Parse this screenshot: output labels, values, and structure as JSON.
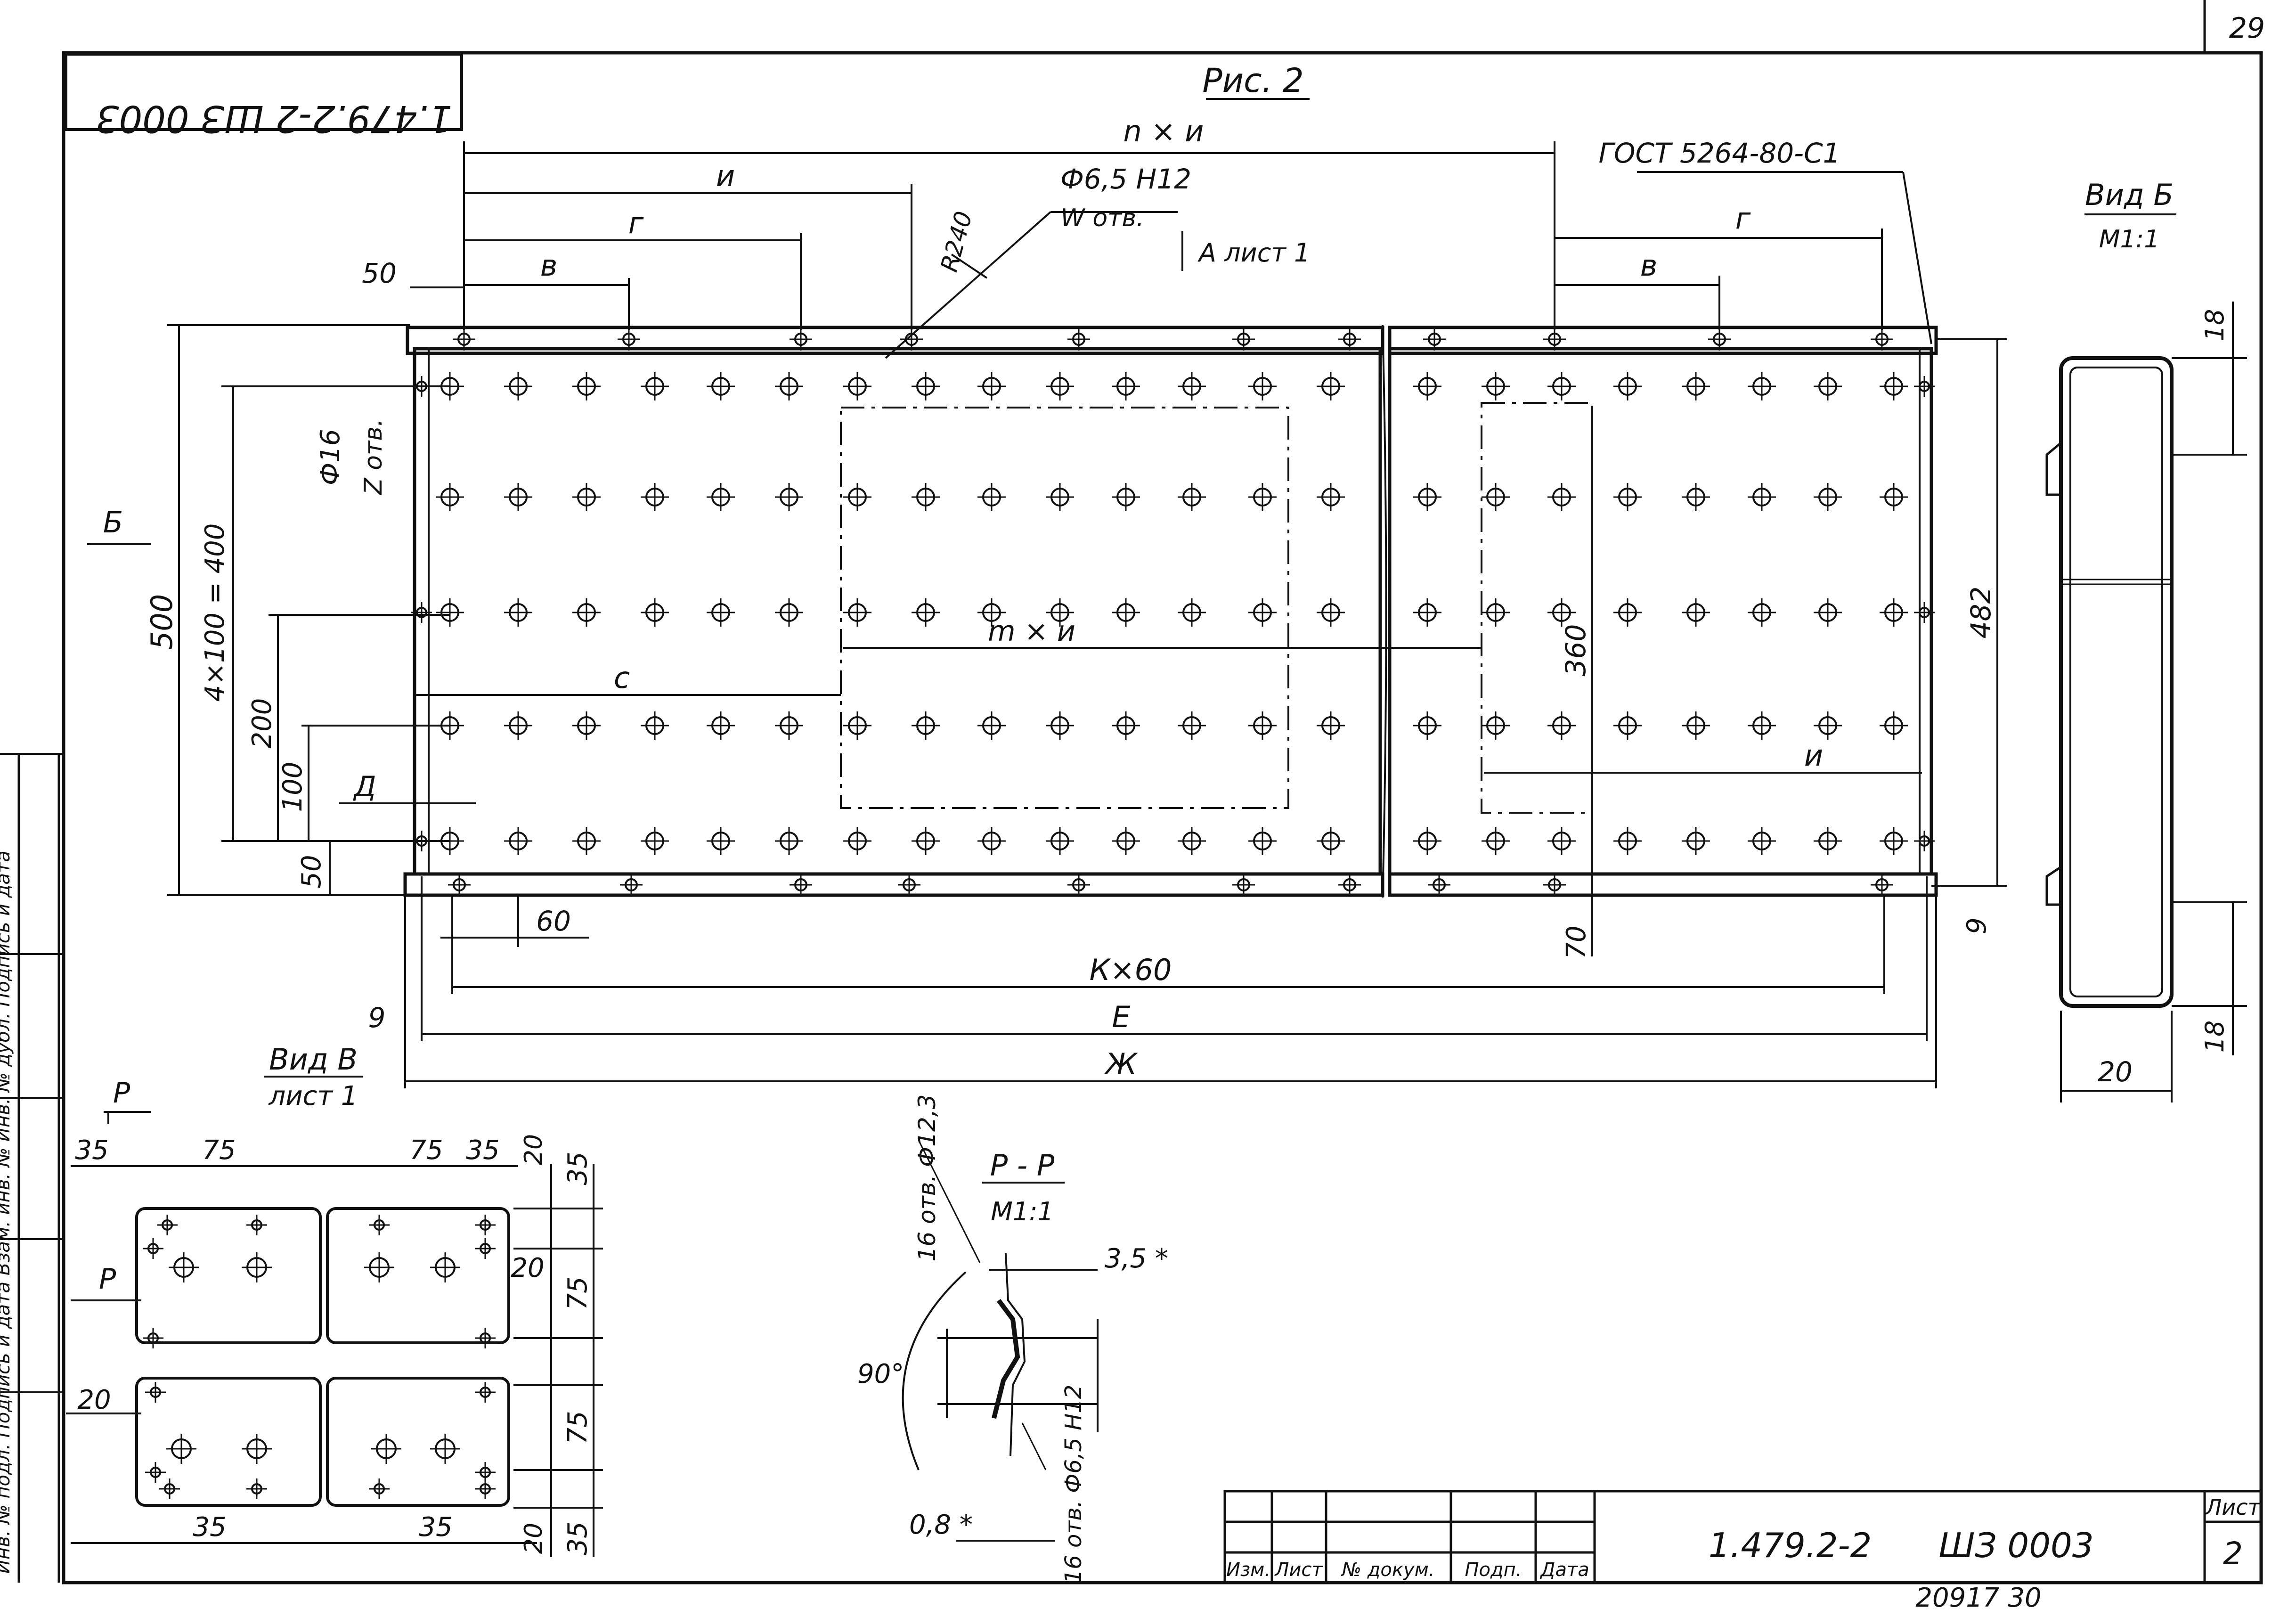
{
  "sheet_number_top": "29",
  "stamp_code_mirrored": "1.479.2-2 ШЗ 0003",
  "figure_label": "Рис. 2",
  "labels": {
    "n_x_i": "n × и",
    "i": "и",
    "g": "г",
    "v": "в",
    "hole_small": "Ф6,5 Н12",
    "hole_small_count": "W отв.",
    "r240": "R240",
    "view_a": "А лист 1",
    "gost": "ГОСТ 5264-80-С1",
    "g_right": "г",
    "v_right": "в",
    "view_b_title": "Вид Б",
    "view_b_scale": "М1:1",
    "hole_big": "Ф16",
    "hole_big_count": "Z отв.",
    "arrow_b": "Б",
    "d500": "500",
    "d4x100": "4×100 = 400",
    "d200": "200",
    "d100": "100",
    "d50_left": "50",
    "d50_top": "50",
    "d_D": "Д",
    "d_c": "с",
    "m_x_i": "m × и",
    "d360": "360",
    "d482": "482",
    "i_lower": "и",
    "d18_top": "18",
    "d18_bottom": "18",
    "d20_view_b": "20",
    "d60": "60",
    "d70": "70",
    "d9_right": "9",
    "k_x_60": "К×60",
    "d9_left": "9",
    "e": "Е",
    "zh": "Ж",
    "view_v_title": "Вид В",
    "view_v_sheet": "лист 1"
  },
  "view_v": {
    "p_top": "Р",
    "p_side": "Р",
    "d35_tl": "35",
    "d75_tl": "75",
    "d75_tr": "75",
    "d35_tr": "35",
    "d20_tr": "20",
    "d35_r1": "35",
    "d20_r": "20",
    "d75_r1": "75",
    "d20_l": "20",
    "d75_r2": "75",
    "d35_bl": "35",
    "d35_br": "35",
    "d20_br": "20",
    "d35_r3": "35"
  },
  "section": {
    "title": "Р - Р",
    "scale": "М1:1",
    "holes_top": "16 отв. Ф12,3",
    "d35": "3,5 *",
    "angle": "90°",
    "d08": "0,8 *",
    "holes_bottom": "16 отв. Ф6,5 Н12"
  },
  "side_strip": "Инв. № подл.   Подпись и дата   Взам. инв. №   Инв. № дубл.   Подпись и дата",
  "title_block": {
    "headers": [
      "Изм.",
      "Лист",
      "№ докум.",
      "Подп.",
      "Дата"
    ],
    "doc_code": "1.479.2-2",
    "doc_name": "ШЗ 0003",
    "list_label": "Лист",
    "list_number": "2",
    "footer": "20917    30"
  }
}
